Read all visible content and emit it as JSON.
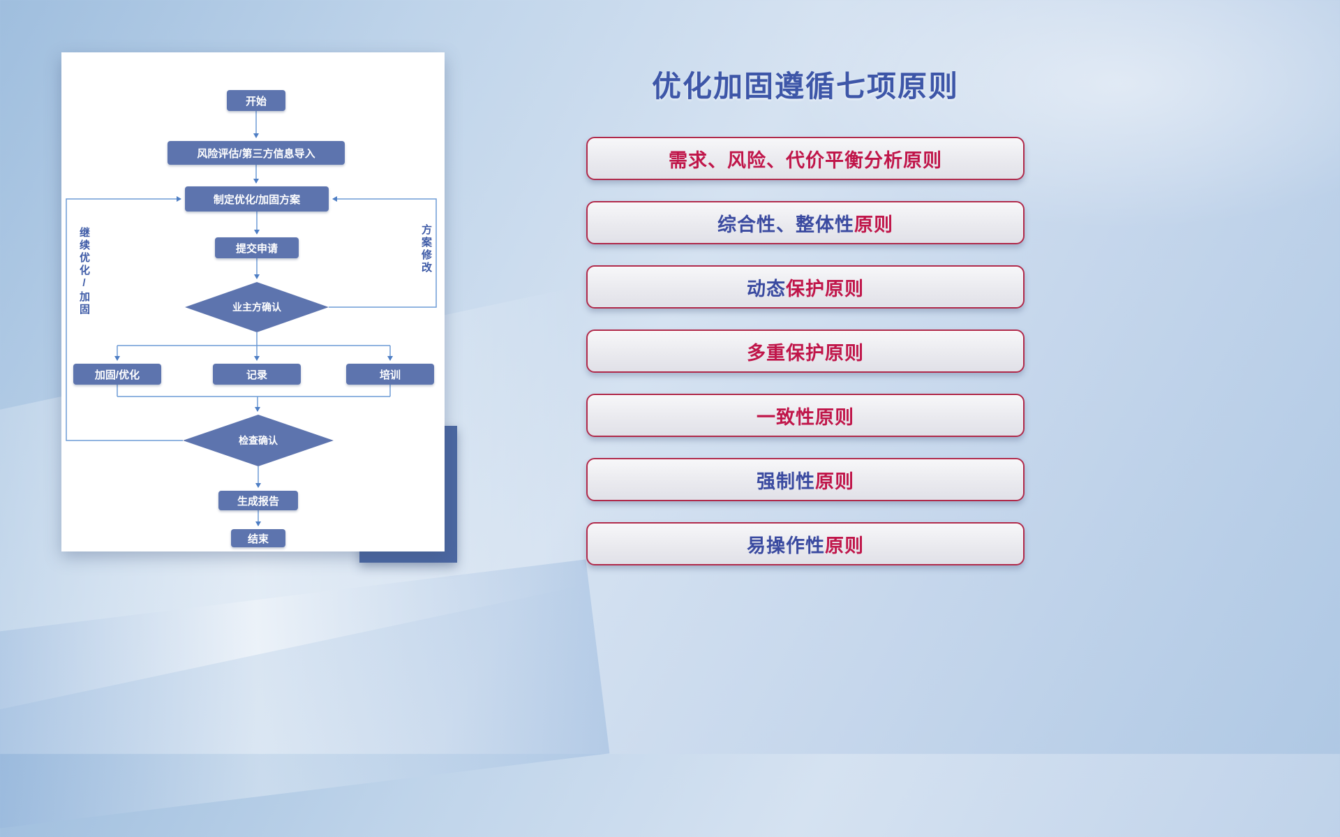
{
  "title": "优化加固遵循七项原则",
  "colors": {
    "title_blue": "#3d56a8",
    "principle_red": "#c0164a",
    "principle_blue": "#3a4aa0",
    "box_border": "#b0294a",
    "flow_node_fill": "#5d74ae",
    "flow_line": "#6d9bd6"
  },
  "flowchart": {
    "nodes": {
      "start": "开始",
      "risk_import": "风险评估/第三方信息导入",
      "make_plan": "制定优化/加固方案",
      "submit": "提交申请",
      "owner_confirm": "业主方确认",
      "harden": "加固/优化",
      "record": "记录",
      "train": "培训",
      "check_confirm": "检查确认",
      "report": "生成报告",
      "end": "结束"
    },
    "labels": {
      "left_loop": "继续优化/加固",
      "right_loop": "方案修改"
    }
  },
  "principles": [
    {
      "segments": [
        {
          "text": "需求、风险、代价平衡分析原则",
          "color": "#c0164a"
        }
      ]
    },
    {
      "segments": [
        {
          "text": "综合性、整体性",
          "color": "#3a4aa0"
        },
        {
          "text": "原则",
          "color": "#c0164a"
        }
      ]
    },
    {
      "segments": [
        {
          "text": "动态",
          "color": "#3a4aa0"
        },
        {
          "text": "保护原则",
          "color": "#c0164a"
        }
      ]
    },
    {
      "segments": [
        {
          "text": "多重保护原则",
          "color": "#c0164a"
        }
      ]
    },
    {
      "segments": [
        {
          "text": "一致性原则",
          "color": "#c0164a"
        }
      ]
    },
    {
      "segments": [
        {
          "text": "强制性",
          "color": "#3a4aa0"
        },
        {
          "text": "原则",
          "color": "#c0164a"
        }
      ]
    },
    {
      "segments": [
        {
          "text": "易操作性",
          "color": "#3a4aa0"
        },
        {
          "text": "原则",
          "color": "#c0164a"
        }
      ]
    }
  ]
}
